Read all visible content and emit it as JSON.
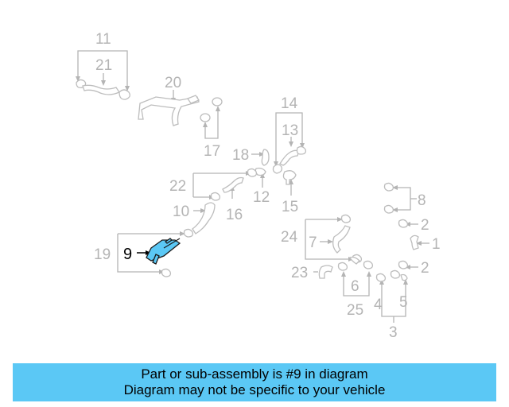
{
  "callouts": [
    "11",
    "21",
    "20",
    "17",
    "18",
    "14",
    "13",
    "12",
    "15",
    "22",
    "16",
    "10",
    "19",
    "9",
    "8",
    "2",
    "1",
    "24",
    "7",
    "23",
    "6",
    "25",
    "4",
    "5",
    "3"
  ],
  "highlighted_callout": "9",
  "banner": {
    "line1": "Part or sub-assembly is #9 in diagram",
    "line2": "Diagram may not be specific to your vehicle"
  },
  "colors": {
    "highlight": "#5bc8f5",
    "banner_background": "#5bc8f5",
    "label_gray": "#b4b4b4"
  }
}
